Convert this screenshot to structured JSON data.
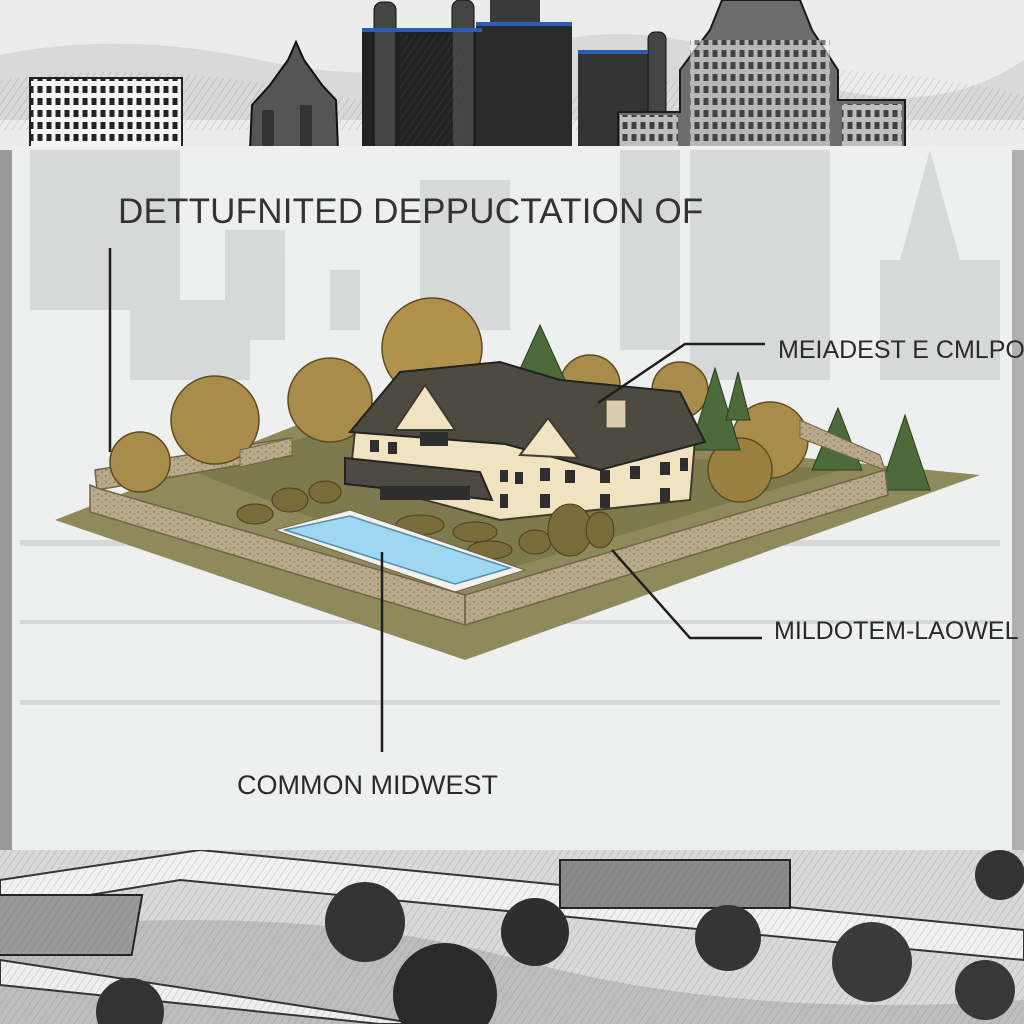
{
  "diagram": {
    "title": "DETTUFNITED DEPPUCTATION OF",
    "callouts": {
      "top_right": "MEIADEST E CMLPO",
      "right": "MILDOTEM-LAOWEL",
      "bottom": "COMMON MIDWEST"
    }
  },
  "colors": {
    "panel": "#eeefef",
    "lawn": "#8f8a5c",
    "wall": "#b7a98a",
    "pool": "#9fd6f0",
    "house_wall": "#efe3c0",
    "roof": "#4d4a42",
    "tree_autumn": "#a88c4a",
    "tree_evergreen": "#4d6b3a"
  }
}
